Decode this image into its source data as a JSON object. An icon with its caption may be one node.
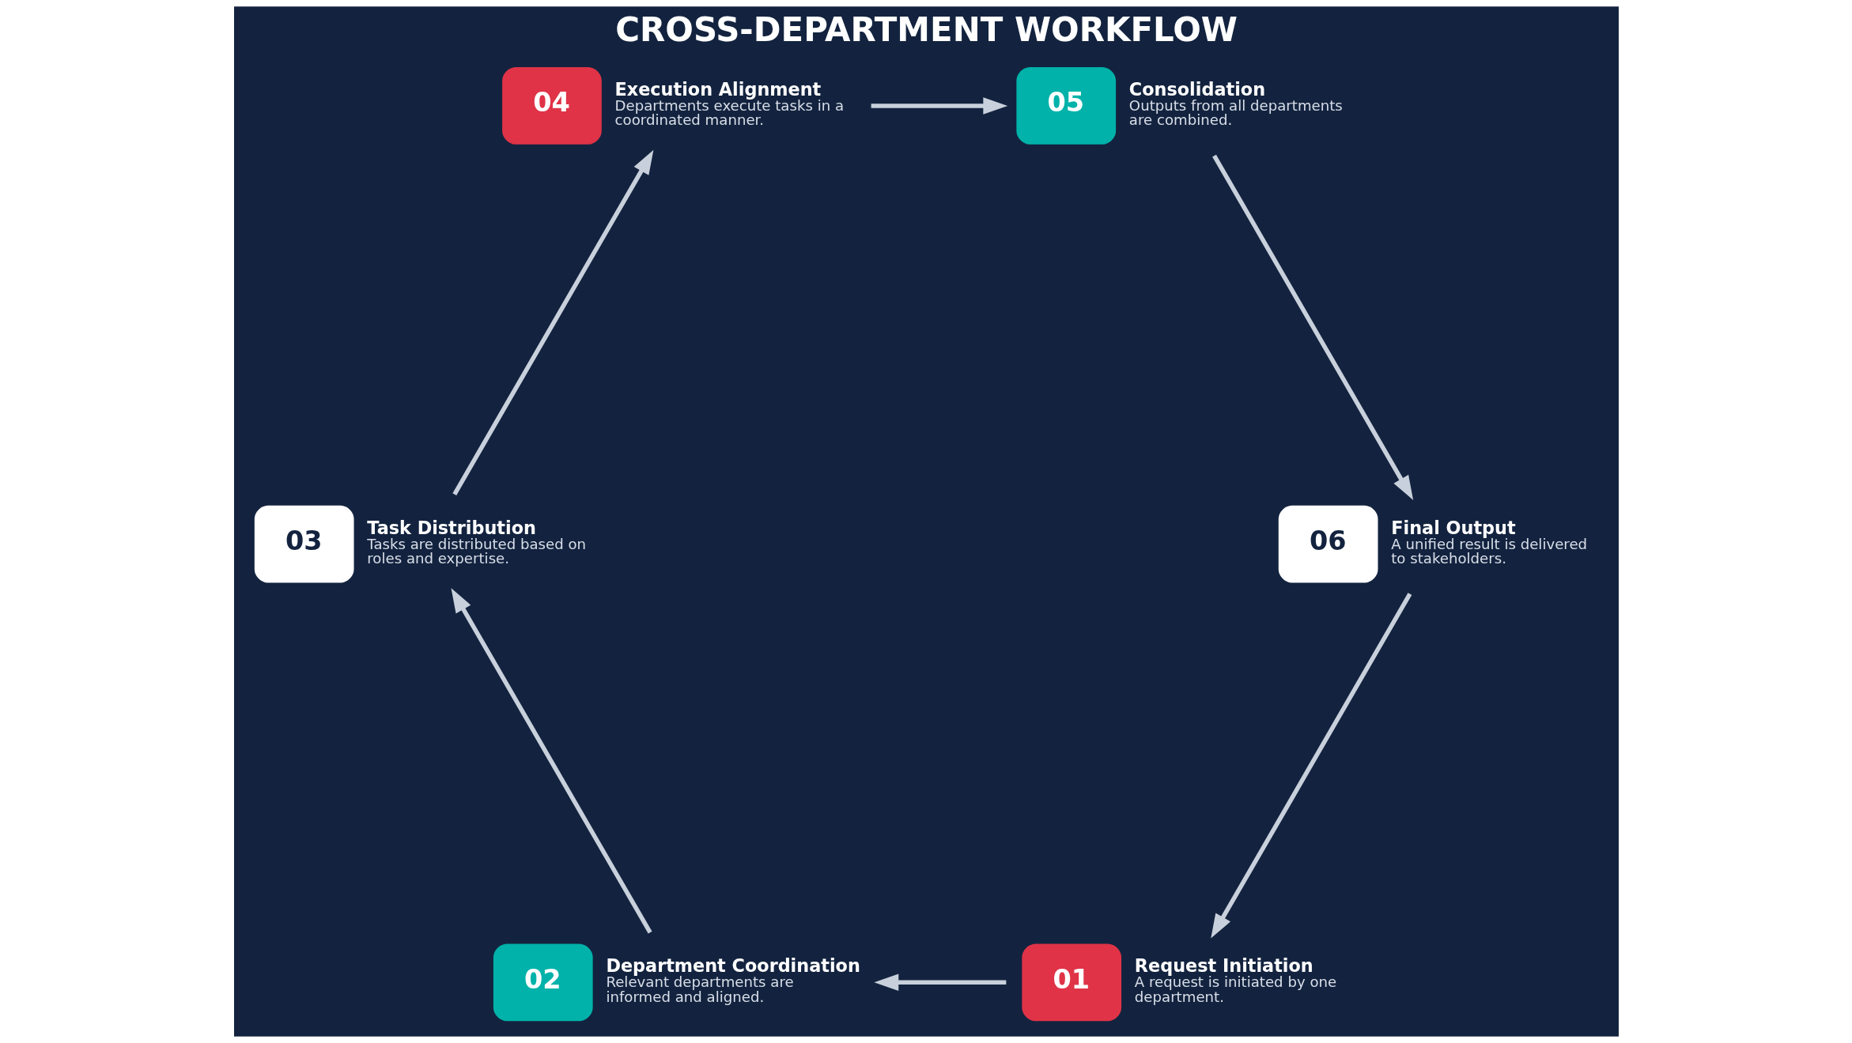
{
  "diagram": {
    "title": "CROSS-DEPARTMENT WORKFLOW",
    "nodes": [
      {
        "text": [
          "01"
        ],
        "beside": [
          "Request Initiation",
          "A request is initiated by one department."
        ]
      },
      {
        "text": [
          "02"
        ],
        "beside": [
          "Department Coordination",
          "Relevant departments are informed and aligned."
        ]
      },
      {
        "text": [
          "03"
        ],
        "beside": [
          "Task Distribution",
          "Tasks are distributed based on roles and expertise."
        ]
      },
      {
        "text": [
          "04"
        ],
        "beside": [
          "Execution Alignment",
          "Departments execute tasks in a coordinated manner."
        ]
      },
      {
        "text": [
          "05"
        ],
        "beside": [
          "Consolidation",
          "Outputs from all departments are combined."
        ]
      },
      {
        "text": [
          "06"
        ],
        "beside": [
          "Final Output",
          "A unified result is delivered to stakeholders."
        ]
      }
    ],
    "edges": [
      {
        "from": 0,
        "to": 1,
        "arrow": "to"
      },
      {
        "from": 1,
        "to": 2,
        "arrow": "to"
      },
      {
        "from": 2,
        "to": 3,
        "arrow": "to"
      },
      {
        "from": 3,
        "to": 4,
        "arrow": "to"
      },
      {
        "from": 4,
        "to": 5,
        "arrow": "to"
      },
      {
        "from": 5,
        "to": 0,
        "arrow": "to"
      }
    ]
  }
}
